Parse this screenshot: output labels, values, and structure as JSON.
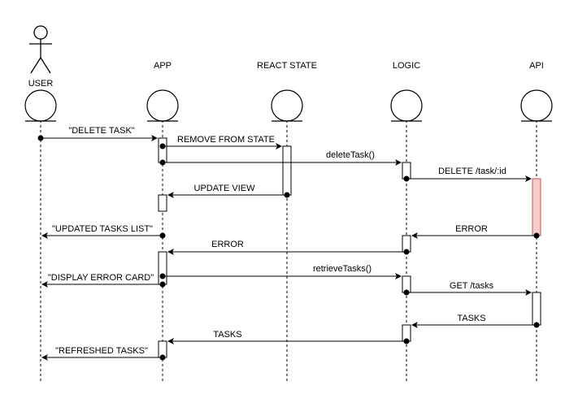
{
  "participants": {
    "user": "USER",
    "app": "APP",
    "state": "REACT STATE",
    "logic": "LOGIC",
    "api": "API"
  },
  "messages": {
    "m1": "\"DELETE TASK\"",
    "m2": "REMOVE FROM STATE",
    "m3": "deleteTask()",
    "m4": "DELETE /task/:id",
    "m5": "UPDATE VIEW",
    "m6": "\"UPDATED TASKS LIST\"",
    "m7": "ERROR",
    "m8": "ERROR",
    "m9": "retrieveTasks()",
    "m10": "\"DISPLAY ERROR CARD\"",
    "m11": "GET /tasks",
    "m12": "TASKS",
    "m13": "TASKS",
    "m14": "\"REFRESHED TASKS\""
  },
  "colors": {
    "error_activation_fill": "#f8cecc",
    "error_activation_stroke": "#b85450"
  }
}
